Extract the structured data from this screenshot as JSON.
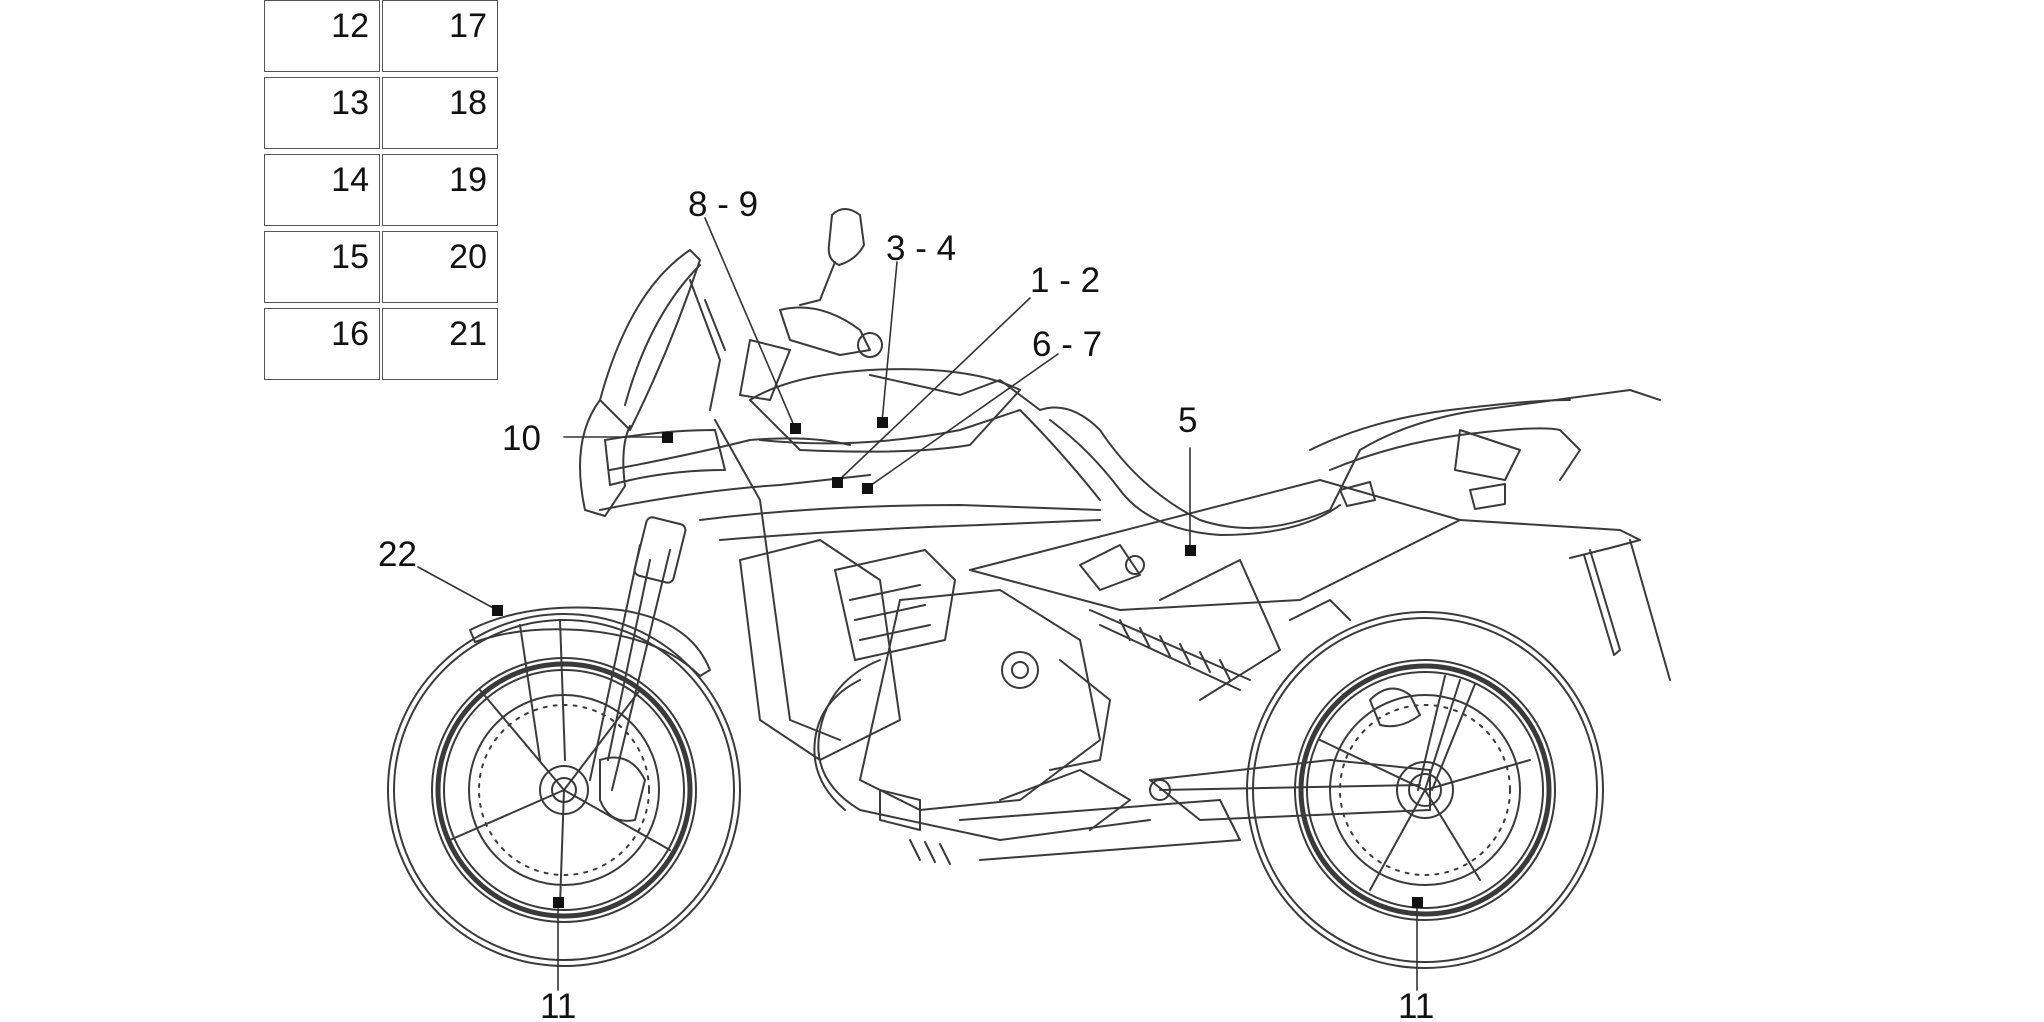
{
  "reference_table": [
    [
      "12",
      "17"
    ],
    [
      "13",
      "18"
    ],
    [
      "14",
      "19"
    ],
    [
      "15",
      "20"
    ],
    [
      "16",
      "21"
    ]
  ],
  "callouts": {
    "c89": "8 - 9",
    "c34": "3 - 4",
    "c12": "1 - 2",
    "c67": "6 - 7",
    "c5": "5",
    "c10": "10",
    "c22": "22",
    "c11a": "11",
    "c11b": "11"
  },
  "colors": {
    "line": "#3a3a3a",
    "marker": "#111111"
  }
}
